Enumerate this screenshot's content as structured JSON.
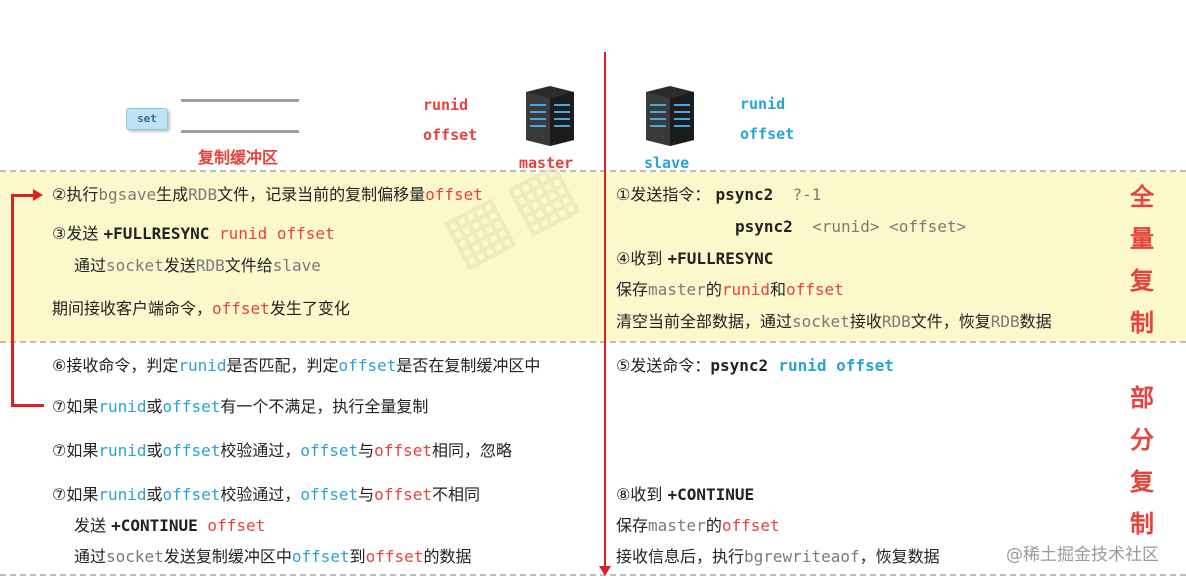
{
  "top": {
    "set_badge": "set",
    "buffer_label": "复制缓冲区",
    "master": {
      "label": "master",
      "runid": "runid",
      "offset": "offset"
    },
    "slave": {
      "label": "slave",
      "runid": "runid",
      "offset": "offset"
    }
  },
  "side_labels": {
    "full": [
      "全",
      "量",
      "复",
      "制"
    ],
    "partial": [
      "部",
      "分",
      "复",
      "制"
    ]
  },
  "left": {
    "l1": {
      "a": "②执行",
      "b": "bgsave",
      "c": "生成",
      "d": "RDB",
      "e": "文件，记录当前的复制偏移量",
      "f": "offset"
    },
    "l2": {
      "a": "③发送 ",
      "b": "+FULLRESYNC",
      "c": " runid offset"
    },
    "l3": {
      "a": "通过",
      "b": "socket",
      "c": "发送",
      "d": "RDB",
      "e": "文件给",
      "f": "slave"
    },
    "l4": {
      "a": "期间接收客户端命令，",
      "b": "offset",
      "c": "发生了变化"
    },
    "l5": {
      "a": "⑥接收命令，判定",
      "b": "runid",
      "c": "是否匹配，判定",
      "d": "offset",
      "e": "是否在复制缓冲区中"
    },
    "l6": {
      "a": "⑦如果",
      "b": "runid",
      "c": "或",
      "d": "offset",
      "e": "有一个不满足，执行全量复制"
    },
    "l7": {
      "a": "⑦如果",
      "b": "runid",
      "c": "或",
      "d": "offset",
      "e": "校验通过，",
      "f": "offset",
      "g": "与",
      "h": "offset",
      "i": "相同，忽略"
    },
    "l8": {
      "a": "⑦如果",
      "b": "runid",
      "c": "或",
      "d": "offset",
      "e": "校验通过，",
      "f": "offset",
      "g": "与",
      "h": "offset",
      "i": "不相同"
    },
    "l9": {
      "a": "发送 ",
      "b": "+CONTINUE",
      "c": " offset"
    },
    "l10": {
      "a": "通过",
      "b": "socket",
      "c": "发送复制缓冲区中",
      "d": "offset",
      "e": "到",
      "f": "offset",
      "g": "的数据"
    }
  },
  "right": {
    "r1": {
      "a": "①发送指令： ",
      "b": "psync2",
      "c": "  ?-1"
    },
    "r2": {
      "b": "psync2",
      "c": "  <runid> <offset>"
    },
    "r3": {
      "a": "④收到 ",
      "b": "+FULLRESYNC"
    },
    "r4": {
      "a": "保存",
      "b": "master",
      "c": "的",
      "d": "runid",
      "e": "和",
      "f": "offset"
    },
    "r5": {
      "a": "清空当前全部数据，通过",
      "b": "socket",
      "c": "接收",
      "d": "RDB",
      "e": "文件，恢复",
      "f": "RDB",
      "g": "数据"
    },
    "r6": {
      "a": "⑤发送命令：",
      "b": "psync2",
      "c": "runid offset"
    },
    "r7": {
      "a": "⑧收到 ",
      "b": "+CONTINUE"
    },
    "r8": {
      "a": "保存",
      "b": "master",
      "c": "的",
      "d": "offset"
    },
    "r9": {
      "a": "接收信息后，执行",
      "b": "bgrewriteaof",
      "c": "，恢复数据"
    }
  },
  "watermark": "@稀土掘金技术社区",
  "colors": {
    "red": "#e8423c",
    "blue": "#29a3d4",
    "band": "#fbf8cc",
    "divider": "#e02020"
  }
}
